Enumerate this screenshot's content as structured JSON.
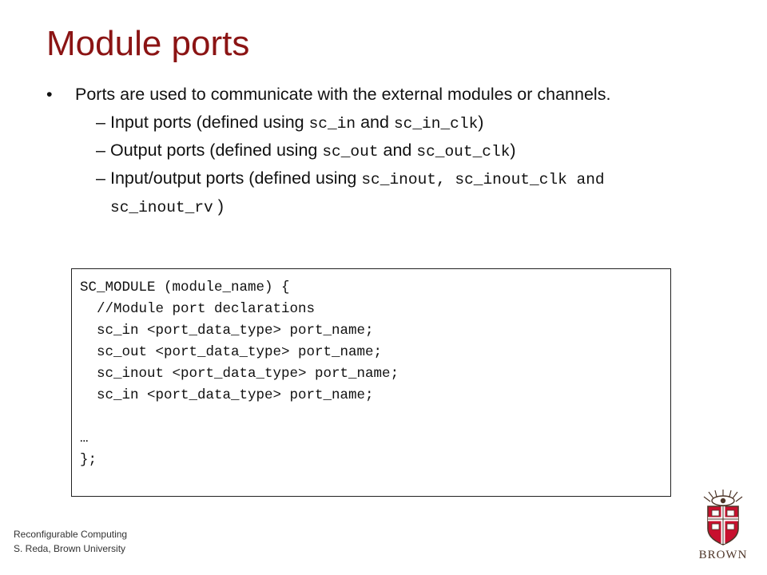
{
  "title": "Module ports",
  "bullet": {
    "symbol": "•",
    "text": "Ports are used to communicate with the external modules or channels."
  },
  "subs": {
    "dash": "–",
    "input": {
      "pre": "Input ports (defined using ",
      "code1": "sc_in",
      "mid": " and ",
      "code2": "sc_in_clk",
      "post": ")"
    },
    "output": {
      "pre": "Output ports (defined using ",
      "code1": "sc_out",
      "mid": " and ",
      "code2": "sc_out_clk",
      "post": ")"
    },
    "inout": {
      "pre": "Input/output ports (defined using ",
      "code1": "sc_inout, sc_inout_clk and sc_inout_rv",
      "post": " )"
    }
  },
  "code": [
    "SC_MODULE (module_name) {",
    "  //Module port declarations",
    "  sc_in <port_data_type> port_name;",
    "  sc_out <port_data_type> port_name;",
    "  sc_inout <port_data_type> port_name;",
    "  sc_in <port_data_type> port_name;",
    "",
    "…",
    "};"
  ],
  "footer": {
    "line1": "Reconfigurable Computing",
    "line2": "S. Reda, Brown University"
  },
  "logo": {
    "text": "BROWN",
    "colors": {
      "red": "#c8102e",
      "brown": "#4e3629"
    }
  }
}
